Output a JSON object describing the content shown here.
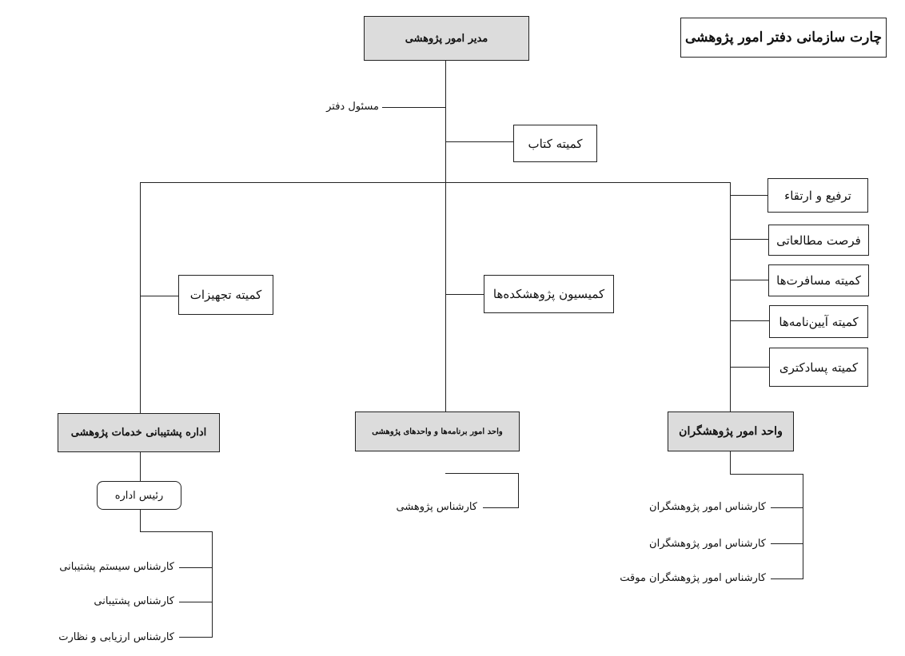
{
  "chart_title": "چارت سازمانی دفتر امور پژوهشی",
  "director": "مدیر امور پژوهشی",
  "office_officer": "مسئول دفتر",
  "book_committee": "کمیته کتاب",
  "right_committees": {
    "promotion": "ترفیع و ارتقاء",
    "sabbatical": "فرصت مطالعاتی",
    "travel": "کمیته مسافرت‌ها",
    "regulations": "کمیته آیین‌نامه‌ها",
    "postdoc": "کمیته پسادکتری"
  },
  "research_institutes_commission": "کمیسیون پژوهشکده‌ها",
  "equipment_committee": "کمیته تجهیزات",
  "support_dept": {
    "title": "اداره پشتیبانی خدمات پژوهشی",
    "head": "رئیس اداره",
    "staff": [
      "کارشناس سیستم پشتیبانی",
      "کارشناس پشتیبانی",
      "کارشناس ارزیابی و نظارت"
    ]
  },
  "programs_unit": {
    "title": "واحد امور برنامه‌ها و واحدهای پژوهشی",
    "staff": [
      "کارشناس پژوهشی"
    ]
  },
  "researchers_unit": {
    "title": "واحد امور پژوهشگران",
    "staff": [
      "کارشناس امور پژوهشگران",
      "کارشناس امور پژوهشگران",
      "کارشناس امور پژوهشگران موقت"
    ]
  }
}
